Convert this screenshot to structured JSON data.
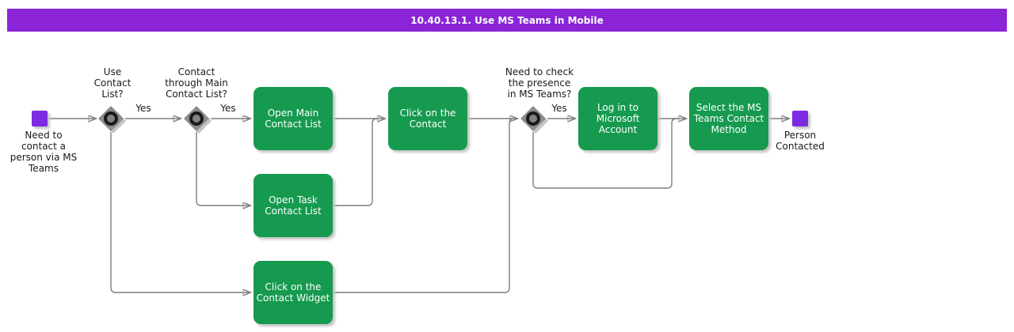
{
  "header": {
    "title": "10.40.13.1. Use MS Teams in Mobile"
  },
  "colors": {
    "header_bg": "#8A24D6",
    "header_text": "#FFFFFF",
    "event_fill": "#7D2BE2",
    "activity_fill": "#169A4F",
    "activity_text": "#FFFFFF",
    "connector": "#7E7E7E",
    "diamond_fill": "#8C8C8C",
    "diamond_ring": "#1A1A1A",
    "shadow": "#C4C4C4",
    "label_text": "#1A1A1A"
  },
  "flowchart": {
    "start": {
      "label": "Need to\ncontact a\nperson via MS\nTeams"
    },
    "end": {
      "label": "Person\nContacted"
    },
    "decisions": [
      {
        "label": "Use\nContact\nList?",
        "branch": "Yes"
      },
      {
        "label": "Contact\nthrough Main\nContact List?",
        "branch": "Yes"
      },
      {
        "label": "Need to check\nthe presence\nin MS Teams?",
        "branch": "Yes"
      }
    ],
    "activities": [
      {
        "label": "Open Main\nContact List"
      },
      {
        "label": "Click on the\nContact"
      },
      {
        "label": "Log in to\nMicrosoft\nAccount"
      },
      {
        "label": "Select the MS\nTeams Contact\nMethod"
      },
      {
        "label": "Open Task\nContact List"
      },
      {
        "label": "Click on the\nContact Widget"
      }
    ]
  }
}
